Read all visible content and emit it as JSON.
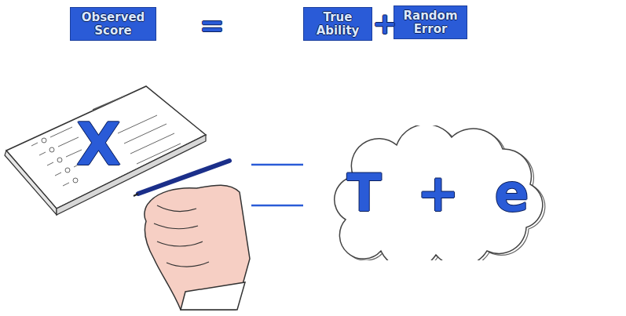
{
  "diagram": {
    "nodes": [
      {
        "text": [
          "Observed Score"
        ]
      },
      {
        "text": [
          "True Ability"
        ]
      },
      {
        "text": [
          "Random Error"
        ]
      },
      {
        "text": [
          "T + e"
        ]
      }
    ],
    "labels": [
      "=",
      "+",
      "X"
    ]
  }
}
